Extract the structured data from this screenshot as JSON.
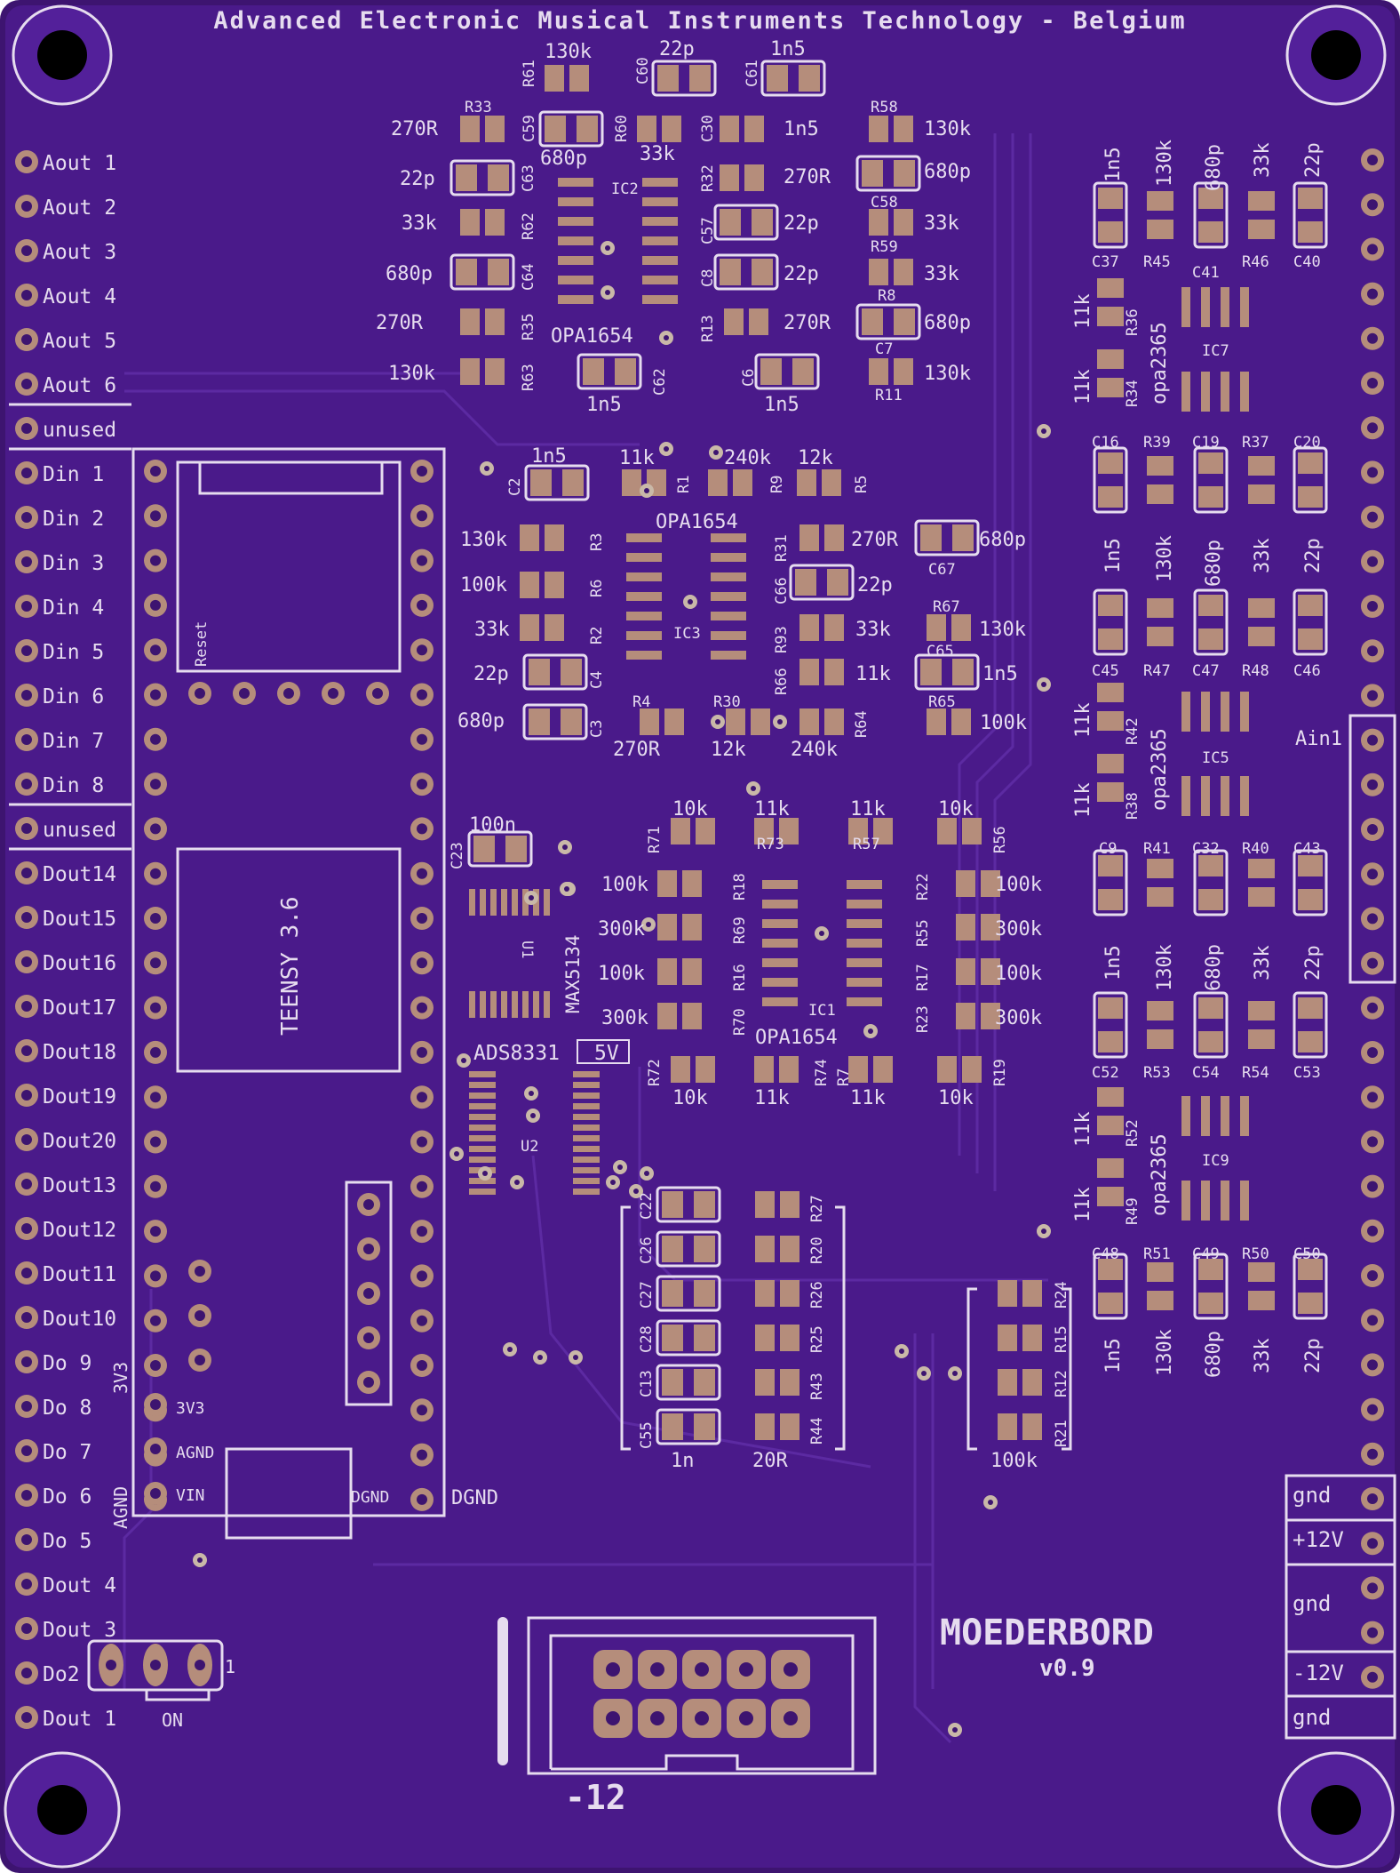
{
  "board": {
    "header": "Advanced Electronic Musical Instruments Technology - Belgium",
    "name": "MOEDERBORD",
    "version": "v0.9",
    "colors": {
      "pcb": "#4a1a8a",
      "edge": "#3d1470",
      "silk": "#e6dcef",
      "pad": "#b58d7b",
      "via": "#c9b8a8",
      "trace": "#5a2a9a"
    }
  },
  "left_labels": [
    "Aout 1",
    "Aout 2",
    "Aout 3",
    "Aout 4",
    "Aout 5",
    "Aout 6",
    "unused",
    "Din 1",
    "Din 2",
    "Din 3",
    "Din 4",
    "Din 5",
    "Din 6",
    "Din 7",
    "Din 8",
    "unused",
    "Dout14",
    "Dout15",
    "Dout16",
    "Dout17",
    "Dout18",
    "Dout19",
    "Dout20",
    "Dout13",
    "Dout12",
    "Dout11",
    "Dout10",
    "Do 9",
    "Do 8",
    "Do 7",
    "Do 6",
    "Do 5",
    "Dout 4",
    "Dout 3",
    "Do2",
    "Dout 1"
  ],
  "teensy": {
    "label": "TEENSY 3.6",
    "reset": "Reset",
    "pins": [
      "3V3",
      "AGND",
      "VIN",
      "DGND"
    ],
    "side_labels": [
      "3V3",
      "AGND",
      "DGND"
    ]
  },
  "jumper": {
    "on": "ON",
    "one": "1"
  },
  "power_labels": [
    "gnd",
    "+12V",
    "gnd",
    "-12V",
    "gnd"
  ],
  "connector_label": "-12",
  "ain_label": "Ain1",
  "ic_labels": {
    "ic2": "IC2",
    "ic2_part": "OPA1654",
    "ic3": "IC3",
    "ic3_part": "OPA1654",
    "ic1": "IC1",
    "ic1_part": "OPA1654",
    "ic7": "IC7",
    "ic5": "IC5",
    "ic9": "IC9",
    "opa": "opa2365",
    "u1": "U1",
    "u1_part": "MAX5134",
    "u2": "U2",
    "u2_part": "ADS8331",
    "u2_volt": "5V"
  },
  "components": [
    {
      "t": "130k",
      "c": "v1"
    },
    {
      "t": "22p",
      "c": "v2"
    },
    {
      "t": "1n5",
      "c": "v3"
    },
    {
      "t": "R61",
      "c": "r1"
    },
    {
      "t": "C60",
      "c": "r2"
    },
    {
      "t": "C61",
      "c": "r3"
    },
    {
      "t": "R33",
      "c": "r4"
    },
    {
      "t": "270R",
      "c": "v4"
    },
    {
      "t": "C59",
      "c": "r5"
    },
    {
      "t": "680p",
      "c": "v5"
    },
    {
      "t": "R60",
      "c": "r6"
    },
    {
      "t": "33k",
      "c": "v6"
    },
    {
      "t": "C30",
      "c": "r7"
    },
    {
      "t": "1n5",
      "c": "v7"
    },
    {
      "t": "R58",
      "c": "r8"
    },
    {
      "t": "130k",
      "c": "v8"
    },
    {
      "t": "22p",
      "c": "v9"
    },
    {
      "t": "C63",
      "c": "r9"
    },
    {
      "t": "R32",
      "c": "r10"
    },
    {
      "t": "270R",
      "c": "v10"
    },
    {
      "t": "680p",
      "c": "v11"
    },
    {
      "t": "33k",
      "c": "v12"
    },
    {
      "t": "R62",
      "c": "r11"
    },
    {
      "t": "C57",
      "c": "r12"
    },
    {
      "t": "22p",
      "c": "v13"
    },
    {
      "t": "C58",
      "c": "r13"
    },
    {
      "t": "33k",
      "c": "v14"
    },
    {
      "t": "680p",
      "c": "v15"
    },
    {
      "t": "C64",
      "c": "r14"
    },
    {
      "t": "C8",
      "c": "r15"
    },
    {
      "t": "22p",
      "c": "v16"
    },
    {
      "t": "R59",
      "c": "r16"
    },
    {
      "t": "33k",
      "c": "v17"
    },
    {
      "t": "270R",
      "c": "v18"
    },
    {
      "t": "R35",
      "c": "r17"
    },
    {
      "t": "R13",
      "c": "r18"
    },
    {
      "t": "270R",
      "c": "v19"
    },
    {
      "t": "R8",
      "c": "r19"
    },
    {
      "t": "680p",
      "c": "v20"
    },
    {
      "t": "130k",
      "c": "v21"
    },
    {
      "t": "R63",
      "c": "r20"
    },
    {
      "t": "C62",
      "c": "r21"
    },
    {
      "t": "1n5",
      "c": "v22"
    },
    {
      "t": "C6",
      "c": "r22"
    },
    {
      "t": "1n5",
      "c": "v23"
    },
    {
      "t": "C7",
      "c": "r23"
    },
    {
      "t": "R11",
      "c": "r24"
    },
    {
      "t": "130k",
      "c": "v24"
    },
    {
      "t": "1n5",
      "c": "v25"
    },
    {
      "t": "11k",
      "c": "v26"
    },
    {
      "t": "240k",
      "c": "v27"
    },
    {
      "t": "12k",
      "c": "v28"
    },
    {
      "t": "C2",
      "c": "r25"
    },
    {
      "t": "R1",
      "c": "r26"
    },
    {
      "t": "R9",
      "c": "r27"
    },
    {
      "t": "R5",
      "c": "r28"
    },
    {
      "t": "130k",
      "c": "v29"
    },
    {
      "t": "R3",
      "c": "r29"
    },
    {
      "t": "R31",
      "c": "r30"
    },
    {
      "t": "270R",
      "c": "v30"
    },
    {
      "t": "680p",
      "c": "v31"
    },
    {
      "t": "C67",
      "c": "r31"
    },
    {
      "t": "100k",
      "c": "v32"
    },
    {
      "t": "R6",
      "c": "r32"
    },
    {
      "t": "C66",
      "c": "r33"
    },
    {
      "t": "22p",
      "c": "v33"
    },
    {
      "t": "33k",
      "c": "v34"
    },
    {
      "t": "R2",
      "c": "r34"
    },
    {
      "t": "R93",
      "c": "r35"
    },
    {
      "t": "33k",
      "c": "v35"
    },
    {
      "t": "R67",
      "c": "r36"
    },
    {
      "t": "130k",
      "c": "v36"
    },
    {
      "t": "22p",
      "c": "v37"
    },
    {
      "t": "C4",
      "c": "r37"
    },
    {
      "t": "R66",
      "c": "r38"
    },
    {
      "t": "11k",
      "c": "v38"
    },
    {
      "t": "C65",
      "c": "r39"
    },
    {
      "t": "1n5",
      "c": "v39"
    },
    {
      "t": "680p",
      "c": "v40"
    },
    {
      "t": "C3",
      "c": "r40"
    },
    {
      "t": "R4",
      "c": "r41"
    },
    {
      "t": "R30",
      "c": "r42"
    },
    {
      "t": "R64",
      "c": "r43"
    },
    {
      "t": "R65",
      "c": "r44"
    },
    {
      "t": "100k",
      "c": "v41"
    },
    {
      "t": "270R",
      "c": "v42"
    },
    {
      "t": "12k",
      "c": "v43"
    },
    {
      "t": "240k",
      "c": "v44"
    },
    {
      "t": "10k",
      "c": "v45"
    },
    {
      "t": "11k",
      "c": "v46"
    },
    {
      "t": "11k",
      "c": "v47"
    },
    {
      "t": "10k",
      "c": "v48"
    },
    {
      "t": "R71",
      "c": "r45"
    },
    {
      "t": "R73",
      "c": "r46"
    },
    {
      "t": "R57",
      "c": "r47"
    },
    {
      "t": "R56",
      "c": "r48"
    },
    {
      "t": "100n",
      "c": "v49"
    },
    {
      "t": "C23",
      "c": "r49"
    },
    {
      "t": "100k",
      "c": "v50"
    },
    {
      "t": "R18",
      "c": "r50"
    },
    {
      "t": "R22",
      "c": "r51"
    },
    {
      "t": "100k",
      "c": "v51"
    },
    {
      "t": "300k",
      "c": "v52"
    },
    {
      "t": "R69",
      "c": "r52"
    },
    {
      "t": "R55",
      "c": "r53"
    },
    {
      "t": "300k",
      "c": "v53"
    },
    {
      "t": "100k",
      "c": "v54"
    },
    {
      "t": "R16",
      "c": "r54"
    },
    {
      "t": "R17",
      "c": "r55"
    },
    {
      "t": "100k",
      "c": "v55"
    },
    {
      "t": "300k",
      "c": "v56"
    },
    {
      "t": "R70",
      "c": "r56"
    },
    {
      "t": "R23",
      "c": "r57"
    },
    {
      "t": "300k",
      "c": "v57"
    },
    {
      "t": "R72",
      "c": "r58"
    },
    {
      "t": "R74",
      "c": "r59"
    },
    {
      "t": "R7",
      "c": "r60"
    },
    {
      "t": "R19",
      "c": "r61"
    },
    {
      "t": "10k",
      "c": "v58"
    },
    {
      "t": "11k",
      "c": "v59"
    },
    {
      "t": "11k",
      "c": "v60"
    },
    {
      "t": "10k",
      "c": "v61"
    },
    {
      "t": "C22",
      "c": "r62"
    },
    {
      "t": "C26",
      "c": "r63"
    },
    {
      "t": "C27",
      "c": "r64"
    },
    {
      "t": "C28",
      "c": "r65"
    },
    {
      "t": "C13",
      "c": "r66"
    },
    {
      "t": "C55",
      "c": "r67"
    },
    {
      "t": "R27",
      "c": "r68"
    },
    {
      "t": "R20",
      "c": "r69"
    },
    {
      "t": "R26",
      "c": "r70"
    },
    {
      "t": "R25",
      "c": "r71"
    },
    {
      "t": "R43",
      "c": "r72"
    },
    {
      "t": "R44",
      "c": "r73"
    },
    {
      "t": "1n",
      "c": "v62"
    },
    {
      "t": "20R",
      "c": "v63"
    },
    {
      "t": "R24",
      "c": "r74"
    },
    {
      "t": "R15",
      "c": "r75"
    },
    {
      "t": "R12",
      "c": "r76"
    },
    {
      "t": "R21",
      "c": "r77"
    },
    {
      "t": "100k",
      "c": "v64"
    },
    {
      "t": "1n5",
      "c": "v65"
    },
    {
      "t": "130k",
      "c": "v66"
    },
    {
      "t": "680p",
      "c": "v67"
    },
    {
      "t": "33k",
      "c": "v68"
    },
    {
      "t": "22p",
      "c": "v69"
    },
    {
      "t": "C37",
      "c": "r78"
    },
    {
      "t": "R45",
      "c": "r79"
    },
    {
      "t": "C41",
      "c": "r80"
    },
    {
      "t": "R46",
      "c": "r81"
    },
    {
      "t": "C40",
      "c": "r82"
    },
    {
      "t": "11k",
      "c": "v70"
    },
    {
      "t": "R36",
      "c": "r83"
    },
    {
      "t": "11k",
      "c": "v71"
    },
    {
      "t": "R34",
      "c": "r84"
    },
    {
      "t": "C16",
      "c": "r85"
    },
    {
      "t": "R39",
      "c": "r86"
    },
    {
      "t": "C19",
      "c": "r87"
    },
    {
      "t": "R37",
      "c": "r88"
    },
    {
      "t": "C20",
      "c": "r89"
    },
    {
      "t": "1n5",
      "c": "v72"
    },
    {
      "t": "130k",
      "c": "v73"
    },
    {
      "t": "680p",
      "c": "v74"
    },
    {
      "t": "33k",
      "c": "v75"
    },
    {
      "t": "22p",
      "c": "v76"
    },
    {
      "t": "C45",
      "c": "r90"
    },
    {
      "t": "R47",
      "c": "r91"
    },
    {
      "t": "C47",
      "c": "r92"
    },
    {
      "t": "R48",
      "c": "r93"
    },
    {
      "t": "C46",
      "c": "r94"
    },
    {
      "t": "11k",
      "c": "v77"
    },
    {
      "t": "R42",
      "c": "r95"
    },
    {
      "t": "11k",
      "c": "v78"
    },
    {
      "t": "R38",
      "c": "r96"
    },
    {
      "t": "C9",
      "c": "r97"
    },
    {
      "t": "R41",
      "c": "r98"
    },
    {
      "t": "C32",
      "c": "r99"
    },
    {
      "t": "R40",
      "c": "r100"
    },
    {
      "t": "C43",
      "c": "r101"
    },
    {
      "t": "1n5",
      "c": "v79"
    },
    {
      "t": "130k",
      "c": "v80"
    },
    {
      "t": "680p",
      "c": "v81"
    },
    {
      "t": "33k",
      "c": "v82"
    },
    {
      "t": "22p",
      "c": "v83"
    },
    {
      "t": "C52",
      "c": "r102"
    },
    {
      "t": "R53",
      "c": "r103"
    },
    {
      "t": "C54",
      "c": "r104"
    },
    {
      "t": "R54",
      "c": "r105"
    },
    {
      "t": "C53",
      "c": "r106"
    },
    {
      "t": "11k",
      "c": "v84"
    },
    {
      "t": "R52",
      "c": "r107"
    },
    {
      "t": "11k",
      "c": "v85"
    },
    {
      "t": "R49",
      "c": "r108"
    },
    {
      "t": "C48",
      "c": "r109"
    },
    {
      "t": "R51",
      "c": "r110"
    },
    {
      "t": "C49",
      "c": "r111"
    },
    {
      "t": "R50",
      "c": "r112"
    },
    {
      "t": "C50",
      "c": "r113"
    },
    {
      "t": "1n5",
      "c": "v86"
    },
    {
      "t": "130k",
      "c": "v87"
    },
    {
      "t": "680p",
      "c": "v88"
    },
    {
      "t": "33k",
      "c": "v89"
    },
    {
      "t": "22p",
      "c": "v90"
    }
  ]
}
